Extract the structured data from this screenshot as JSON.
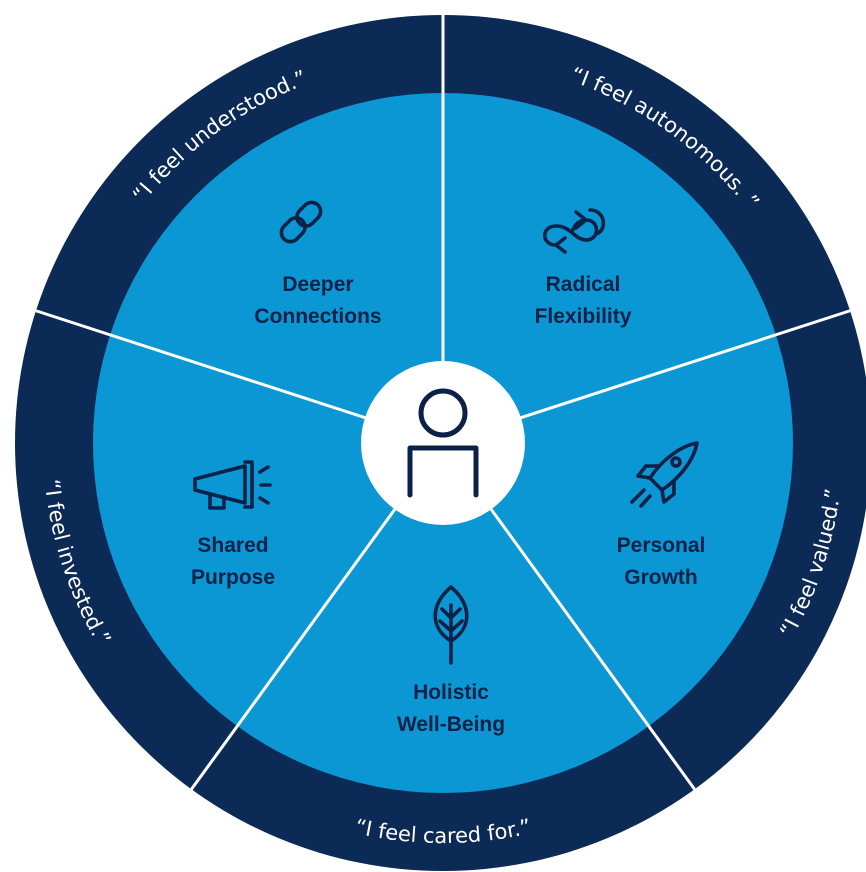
{
  "center": {
    "icon": "person-icon"
  },
  "segments": [
    {
      "id": "deeper-connections",
      "title_lines": [
        "Deeper",
        "Connections"
      ],
      "icon": "link-icon",
      "quote": "“I feel understood.”"
    },
    {
      "id": "radical-flexibility",
      "title_lines": [
        "Radical",
        "Flexibility"
      ],
      "icon": "flexible-arrows-icon",
      "quote": "“I feel autonomous. ”"
    },
    {
      "id": "personal-growth",
      "title_lines": [
        "Personal",
        "Growth"
      ],
      "icon": "rocket-icon",
      "quote": "“I feel valued.”"
    },
    {
      "id": "holistic-well-being",
      "title_lines": [
        "Holistic",
        "Well-Being"
      ],
      "icon": "leaf-icon",
      "quote": "“I feel cared for.”"
    },
    {
      "id": "shared-purpose",
      "title_lines": [
        "Shared",
        "Purpose"
      ],
      "icon": "megaphone-icon",
      "quote": "“I feel invested.”"
    }
  ],
  "colors": {
    "outer_ring": "#0b2a55",
    "inner_wheel": "#0b96d4",
    "divider": "#ffffff",
    "center": "#ffffff",
    "label_text": "#0b2248",
    "ring_text": "#ffffff"
  }
}
